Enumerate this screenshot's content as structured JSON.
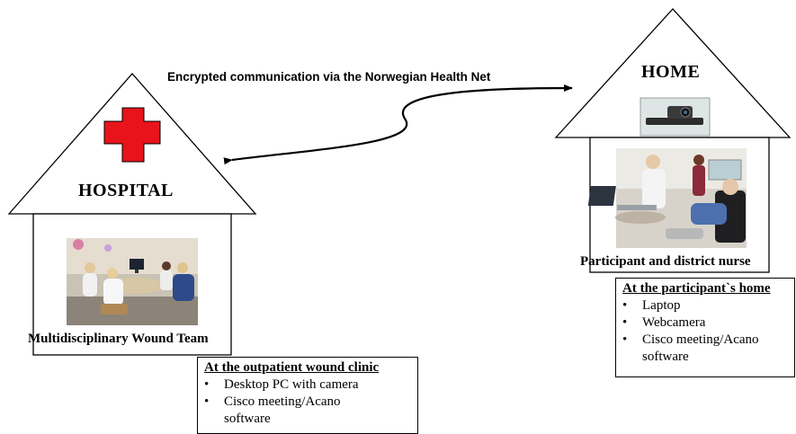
{
  "communication": {
    "label": "Encrypted communication via the Norwegian Health Net"
  },
  "hospital": {
    "title": "HOSPITAL",
    "icon": "red-cross-icon",
    "photo_caption": "Multidisciplinary Wound Team",
    "box": {
      "heading": "At the outpatient wound clinic",
      "items": [
        "Desktop PC with camera",
        "Cisco meeting/Acano software"
      ]
    }
  },
  "home": {
    "title": "HOME",
    "icon": "webcam-icon",
    "photo_caption": "Participant and district nurse",
    "box": {
      "heading": "At the participant`s home",
      "items": [
        "Laptop",
        "Webcamera",
        "Cisco meeting/Acano software"
      ]
    }
  },
  "colors": {
    "cross": "#e8141b",
    "line": "#000000",
    "background": "#ffffff"
  }
}
